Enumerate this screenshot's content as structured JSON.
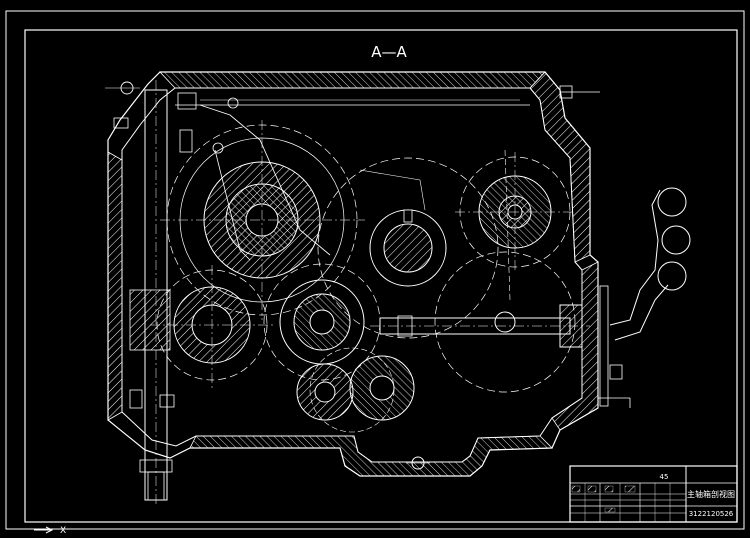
{
  "drawing": {
    "section_label": "A—A",
    "title_block": {
      "material": "45",
      "drawing_title": "主轴箱剖视图",
      "drawing_number": "3122120526"
    },
    "axis_indicator": "X"
  },
  "colors": {
    "background": "#000000",
    "line": "#ffffff"
  }
}
